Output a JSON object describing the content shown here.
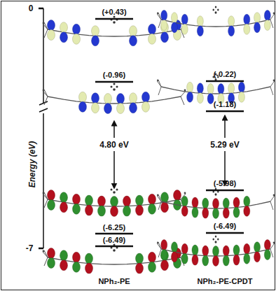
{
  "diagram": {
    "labels": [
      "0",
      "-7",
      "Energy (eV)",
      "(+0.43)",
      "(-0.96)",
      "4.80 eV",
      "(-6.25)",
      "(-6.49)",
      "NPh₂-PE",
      "(-0.22)",
      "(-1.18)",
      "5.29 eV",
      "(-5.98)",
      "(-6.49)",
      "NPh₂-PE-CPDT"
    ]
  }
}
